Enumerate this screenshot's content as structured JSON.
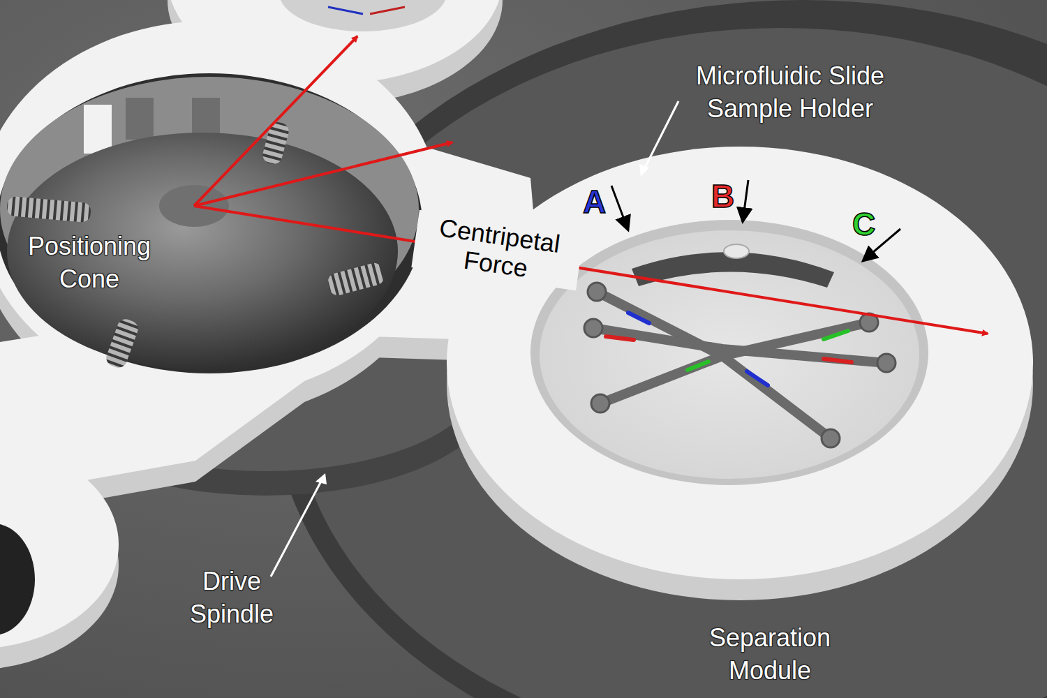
{
  "diagram": {
    "labels": [
      "Microfluidic Slide Sample Holder",
      "A",
      "B",
      "C",
      "Centripetal Force",
      "Positioning Cone",
      "Drive Spindle",
      "Separation Module"
    ]
  }
}
